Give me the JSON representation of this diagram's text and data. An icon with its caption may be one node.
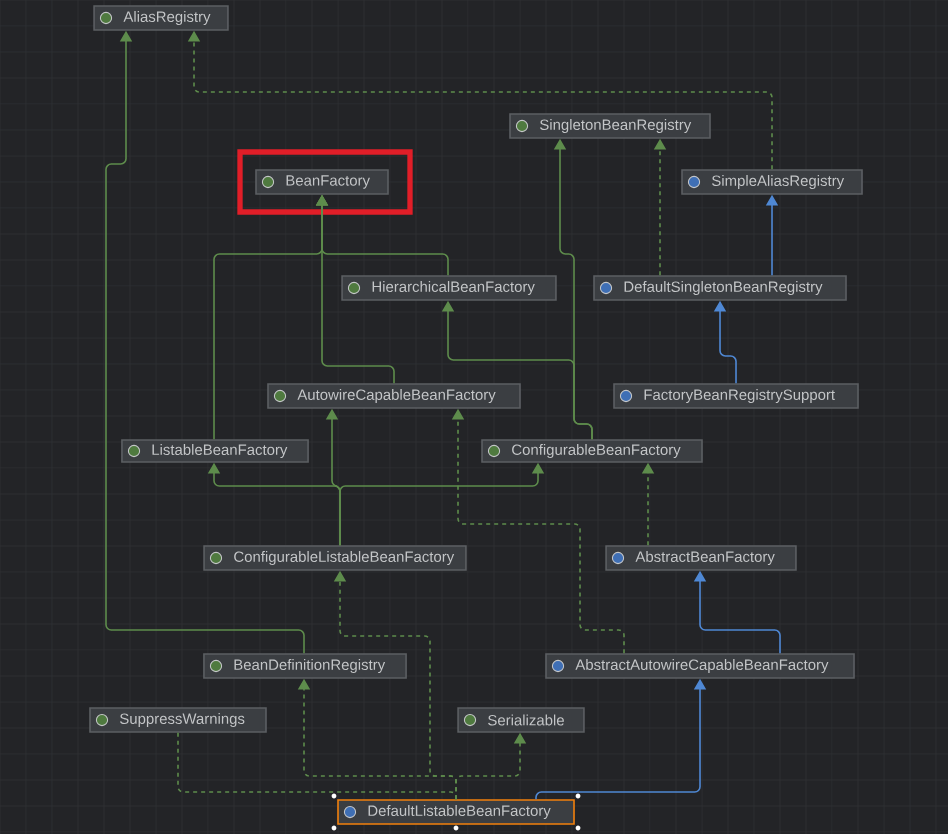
{
  "diagram": {
    "nodes": [
      {
        "text": [
          "AliasRegistry"
        ]
      },
      {
        "text": [
          "SingletonBeanRegistry"
        ]
      },
      {
        "text": [
          "BeanFactory"
        ]
      },
      {
        "text": [
          "SimpleAliasRegistry"
        ]
      },
      {
        "text": [
          "HierarchicalBeanFactory"
        ]
      },
      {
        "text": [
          "DefaultSingletonBeanRegistry"
        ]
      },
      {
        "text": [
          "AutowireCapableBeanFactory"
        ]
      },
      {
        "text": [
          "FactoryBeanRegistrySupport"
        ]
      },
      {
        "text": [
          "ListableBeanFactory"
        ]
      },
      {
        "text": [
          "ConfigurableBeanFactory"
        ]
      },
      {
        "text": [
          "ConfigurableListableBeanFactory"
        ]
      },
      {
        "text": [
          "AbstractBeanFactory"
        ]
      },
      {
        "text": [
          "BeanDefinitionRegistry"
        ]
      },
      {
        "text": [
          "AbstractAutowireCapableBeanFactory"
        ]
      },
      {
        "text": [
          "SuppressWarnings"
        ]
      },
      {
        "text": [
          "Serializable"
        ]
      },
      {
        "text": [
          "DefaultListableBeanFactory"
        ]
      }
    ],
    "edges": [
      {
        "from": 4,
        "to": 2,
        "arrow": "to"
      },
      {
        "from": 6,
        "to": 2,
        "arrow": "to"
      },
      {
        "from": 8,
        "to": 2,
        "arrow": "to"
      },
      {
        "from": 3,
        "to": 0,
        "arrow": "to",
        "style": "dashed"
      },
      {
        "from": 12,
        "to": 0,
        "arrow": "to"
      },
      {
        "from": 5,
        "to": 1,
        "arrow": "to",
        "style": "dashed"
      },
      {
        "from": 5,
        "to": 3,
        "arrow": "to",
        "color": "#4f88d4"
      },
      {
        "from": 9,
        "to": 1,
        "arrow": "to"
      },
      {
        "from": 9,
        "to": 4,
        "arrow": "to"
      },
      {
        "from": 7,
        "to": 5,
        "arrow": "to",
        "color": "#4f88d4"
      },
      {
        "from": 10,
        "to": 8,
        "arrow": "to"
      },
      {
        "from": 10,
        "to": 9,
        "arrow": "to"
      },
      {
        "from": 10,
        "to": 6,
        "arrow": "to"
      },
      {
        "from": 11,
        "to": 9,
        "arrow": "to",
        "style": "dashed"
      },
      {
        "from": 13,
        "to": 11,
        "arrow": "to",
        "color": "#4f88d4"
      },
      {
        "from": 13,
        "to": 6,
        "arrow": "to",
        "style": "dashed"
      },
      {
        "from": 16,
        "to": 10,
        "arrow": "to",
        "style": "dashed"
      },
      {
        "from": 16,
        "to": 12,
        "arrow": "to",
        "style": "dashed"
      },
      {
        "from": 16,
        "to": 15,
        "arrow": "to",
        "style": "dashed"
      },
      {
        "from": 16,
        "to": 13,
        "arrow": "to",
        "color": "#4f88d4"
      },
      {
        "from": 14,
        "to": 16,
        "arrow": "none",
        "style": "dashed"
      }
    ]
  }
}
